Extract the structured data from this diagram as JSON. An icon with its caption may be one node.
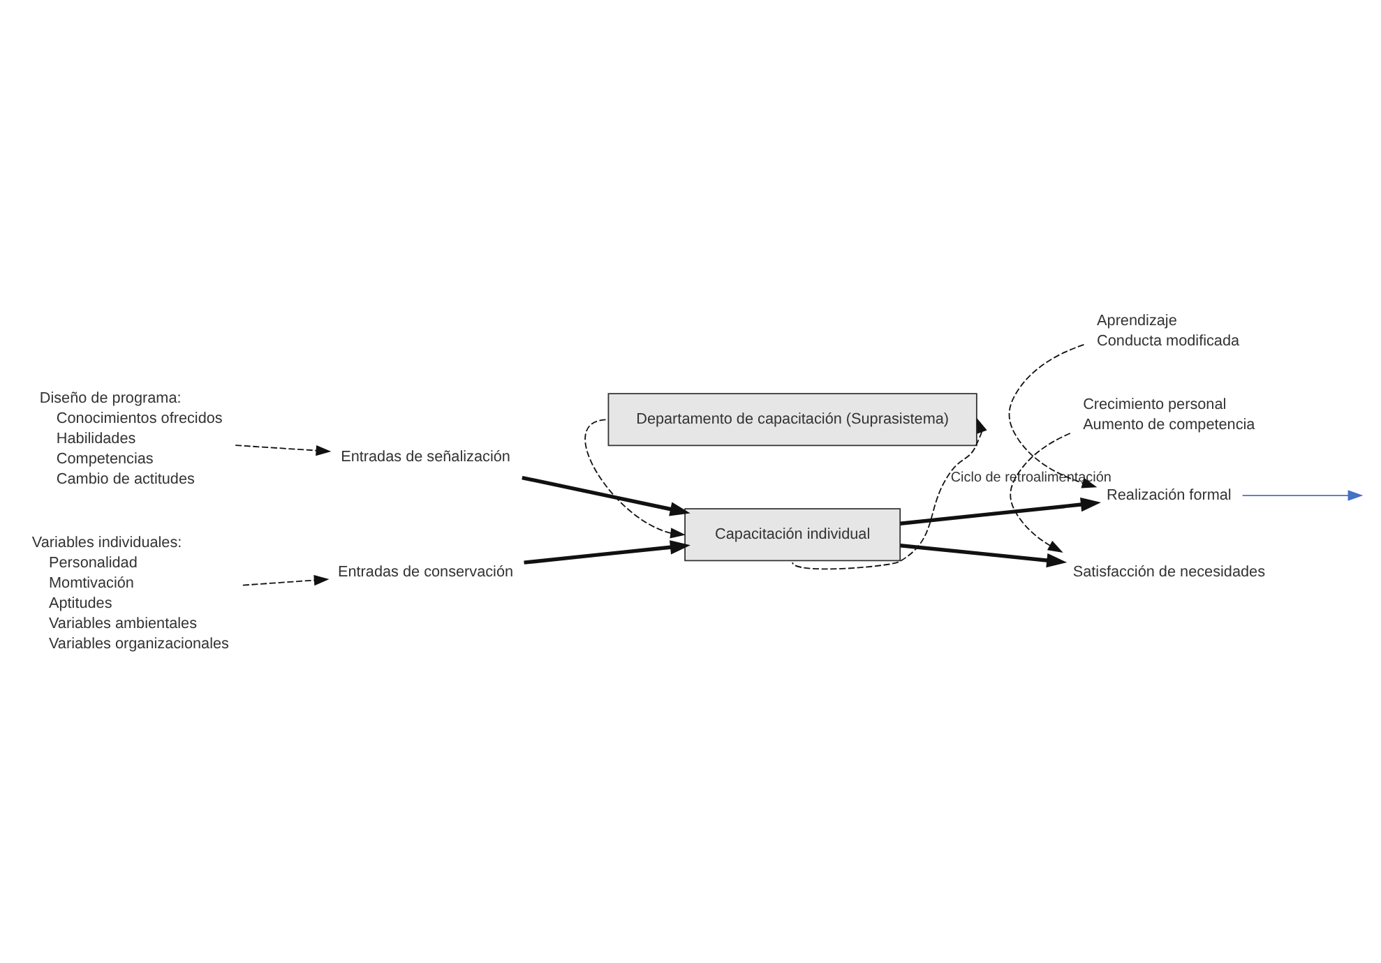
{
  "diagram": {
    "nodes": [
      {
        "text": [
          "Departamento de capacitación (Suprasistema)"
        ]
      },
      {
        "text": [
          "Capacitación individual"
        ]
      },
      {
        "text": [
          "Diseño de programa:",
          "Conocimientos ofrecidos",
          "Habilidades",
          "Competencias",
          "Cambio de actitudes"
        ]
      },
      {
        "text": [
          "Entradas de señalización"
        ]
      },
      {
        "text": [
          "Entradas de conservación"
        ]
      },
      {
        "text": [
          "Variables individuales:",
          "Personalidad",
          "Momtivación",
          "Aptitudes",
          "Variables ambientales",
          "Variables organizacionales"
        ]
      },
      {
        "text": [
          "Aprendizaje",
          "Conducta modificada"
        ]
      },
      {
        "text": [
          "Realización formal"
        ]
      },
      {
        "text": [
          "Satisfacción de necesidades"
        ]
      },
      {
        "text": [
          "Crecimiento personal",
          "Aumento de competencia"
        ]
      }
    ],
    "edges": [
      {
        "from": 2,
        "to": 3,
        "arrow": "to",
        "style": "dashed"
      },
      {
        "from": 5,
        "to": 4,
        "arrow": "to",
        "style": "dashed"
      },
      {
        "from": 3,
        "to": 1,
        "arrow": "to",
        "style": "thick"
      },
      {
        "from": 4,
        "to": 1,
        "arrow": "to",
        "style": "thick"
      },
      {
        "from": 0,
        "to": 1,
        "arrow": "to",
        "style": "dashed"
      },
      {
        "from": 1,
        "to": 0,
        "arrow": "to",
        "style": "dashed",
        "label": "Ciclo de retroalimentación"
      },
      {
        "from": 1,
        "to": 7,
        "arrow": "to",
        "style": "thick"
      },
      {
        "from": 1,
        "to": 8,
        "arrow": "to",
        "style": "thick"
      },
      {
        "from": 6,
        "to": 7,
        "arrow": "to",
        "style": "dashed"
      },
      {
        "from": 9,
        "to": 8,
        "arrow": "to",
        "style": "dashed"
      },
      {
        "from": 7,
        "to": null,
        "arrow": "to",
        "color": "#4472c4"
      }
    ]
  }
}
